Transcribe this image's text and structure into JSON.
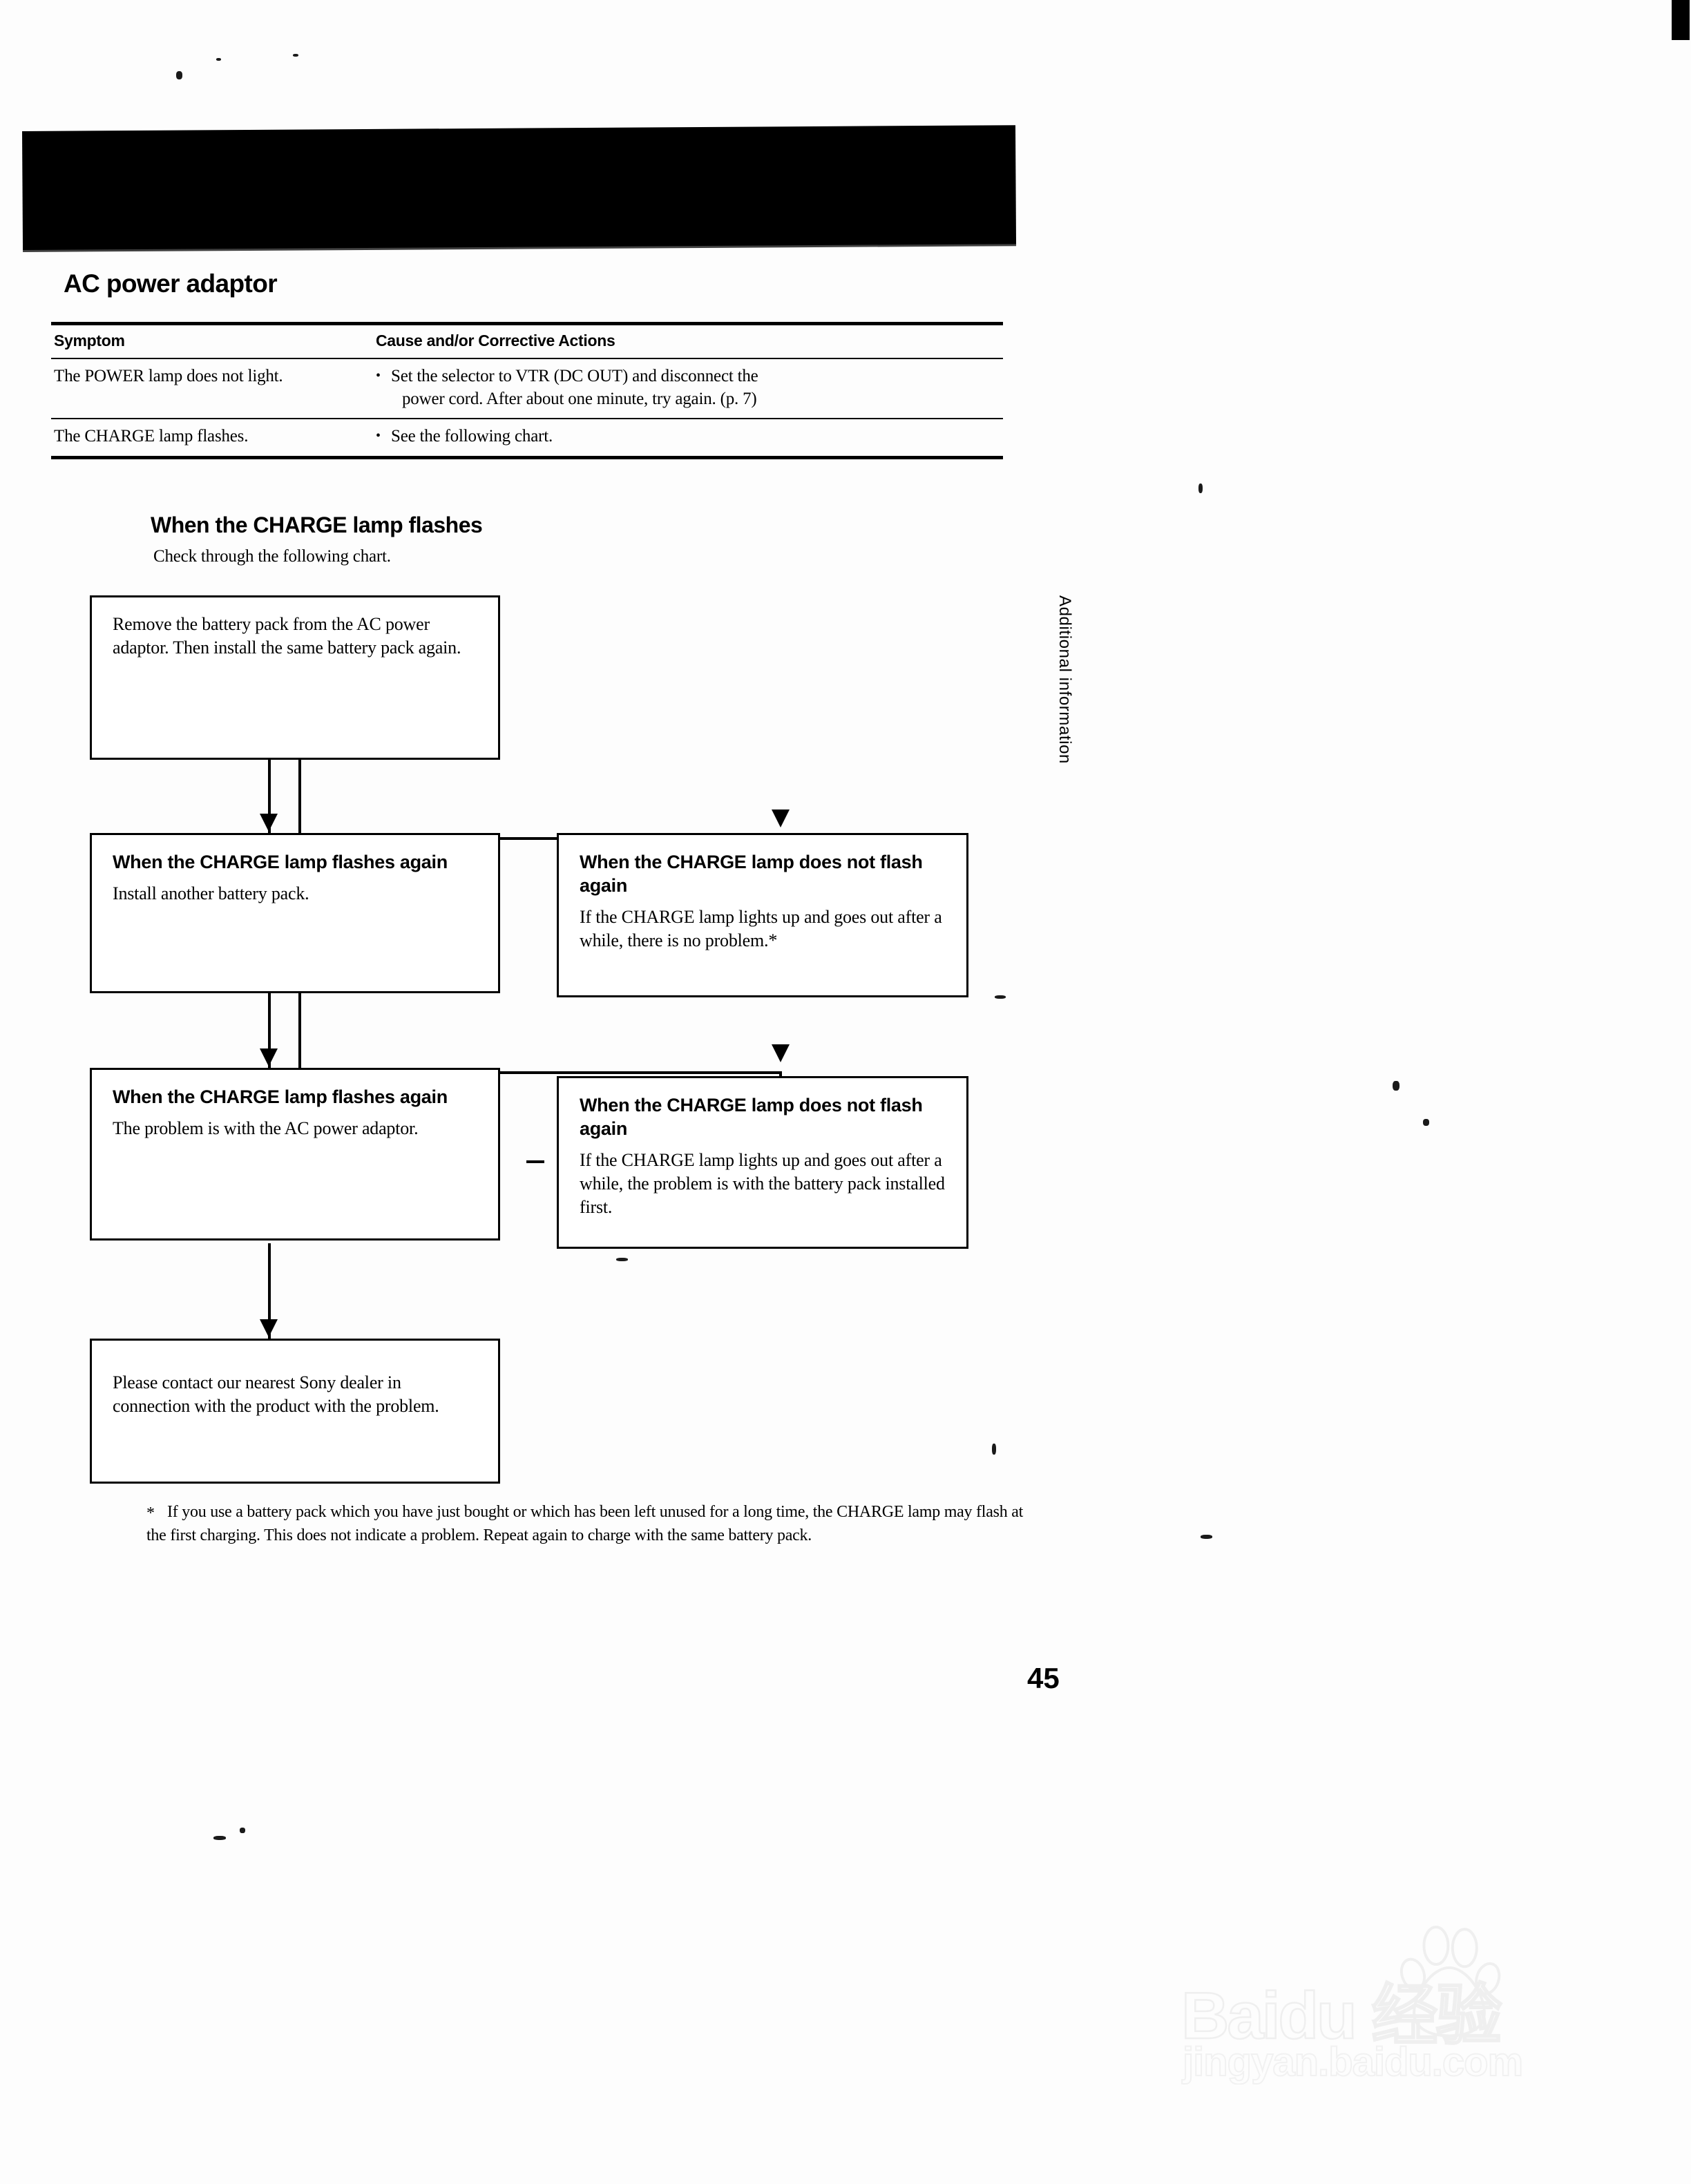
{
  "document": {
    "page_number": "45",
    "side_label": "Additional information"
  },
  "section": {
    "heading": "AC power adaptor"
  },
  "table": {
    "headers": [
      "Symptom",
      "Cause and/or Corrective Actions"
    ],
    "rows": [
      {
        "symptom": "The POWER lamp does not light.",
        "bullet": "•",
        "action_line1": "Set the selector to VTR (DC OUT) and disconnect the",
        "action_line2": "power cord. After about one minute, try again. (p. 7)"
      },
      {
        "symptom": "The CHARGE lamp flashes.",
        "bullet": "•",
        "action_line1": "See the following chart.",
        "action_line2": ""
      }
    ]
  },
  "flowchart": {
    "title": "When the CHARGE lamp flashes",
    "subtitle": "Check through the following chart.",
    "boxes": {
      "start": {
        "text": "Remove the battery pack from the AC power adaptor. Then install the same battery pack again."
      },
      "flash_again_1": {
        "heading": "When the CHARGE lamp flashes again",
        "body": "Install another battery pack."
      },
      "no_flash_1": {
        "heading": "When the CHARGE lamp does not flash again",
        "body": "If the CHARGE lamp lights up and goes out after a while, there is no problem.*"
      },
      "flash_again_2": {
        "heading": "When the CHARGE lamp flashes again",
        "body": "The problem is with the AC power adaptor."
      },
      "no_flash_2": {
        "heading": "When the CHARGE lamp does not flash again",
        "body": "If the CHARGE lamp lights up and goes out after a while, the problem is with the battery pack installed first."
      },
      "contact": {
        "text": "Please contact our nearest Sony dealer in connection with the product with the problem."
      }
    }
  },
  "footnote": {
    "marker": "*",
    "text": "If you use a battery pack which you have just bought or which has been left unused for a long time, the CHARGE lamp may flash at the first charging. This does not indicate a problem. Repeat again to charge with the same battery pack."
  },
  "watermark": {
    "brand": "Baidu 经验",
    "url": "jingyan.baidu.com"
  }
}
